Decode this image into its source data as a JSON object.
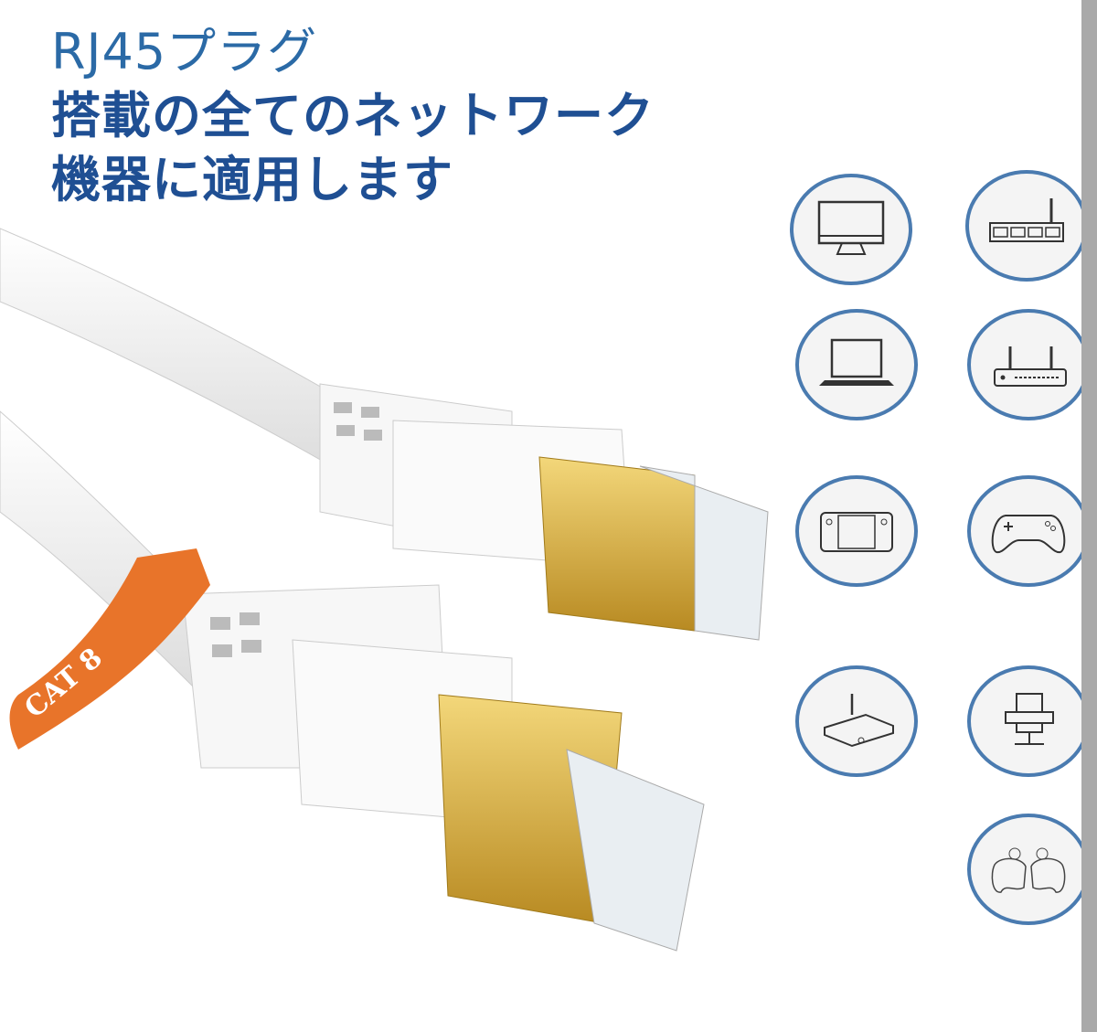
{
  "headline": {
    "line1": "RJ45プラグ",
    "line2": "搭載の全てのネットワーク",
    "line3": "機器に適用します"
  },
  "cable_tag": "CAT 8",
  "devices": [
    {
      "icon": "desktop-monitor-icon"
    },
    {
      "icon": "network-switch-icon"
    },
    {
      "icon": "laptop-icon"
    },
    {
      "icon": "wifi-router-icon"
    },
    {
      "icon": "handheld-console-icon"
    },
    {
      "icon": "gamepad-icon"
    },
    {
      "icon": "set-top-box-icon"
    },
    {
      "icon": "printer-icon"
    },
    {
      "icon": "dual-controllers-icon"
    }
  ],
  "colors": {
    "headline": "#1f4f93",
    "circle_border": "#4a7bb0",
    "tag": "#e8742a",
    "gold": "#d9b24a"
  }
}
